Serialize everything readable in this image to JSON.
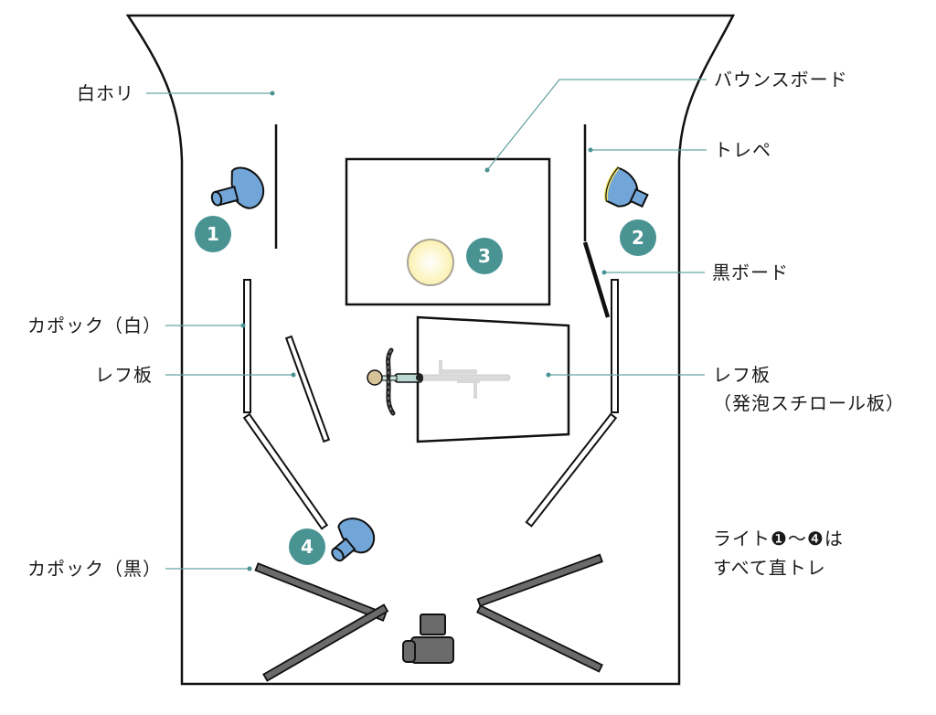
{
  "title": "撮影セッティング図",
  "colors": {
    "outline": "#111111",
    "leader": "#6aa3a3",
    "badge": "#4a9393",
    "light_body": "#72a6d8",
    "light_rim": "#f2e56a",
    "bulb": "#fdf6c8",
    "dark_panel": "#6b6b6b",
    "camera": "#6b6b6b"
  },
  "labels": {
    "white_cyc": "白ホリ",
    "bounce_board": "バウンスボード",
    "tracing_paper": "トレペ",
    "black_board": "黒ボード",
    "kapok_white": "カポック（白）",
    "reflector_left": "レフ板",
    "reflector_right_line1": "レフ板",
    "reflector_right_line2": "（発泡スチロール板）",
    "kapok_black": "カポック（黒）",
    "note_line1": "ライト❶～❹は",
    "note_line2": "すべて直トレ"
  },
  "lights": [
    {
      "id": "1",
      "name": "light-1",
      "badge": "1",
      "icon": "strobe-head-icon"
    },
    {
      "id": "2",
      "name": "light-2",
      "badge": "2",
      "icon": "strobe-head-icon"
    },
    {
      "id": "3",
      "name": "light-3",
      "badge": "3",
      "icon": "bulb-icon"
    },
    {
      "id": "4",
      "name": "light-4",
      "badge": "4",
      "icon": "strobe-head-icon"
    }
  ],
  "subject": {
    "icon": "bicycle-icon"
  },
  "camera": {
    "icon": "camera-icon"
  }
}
